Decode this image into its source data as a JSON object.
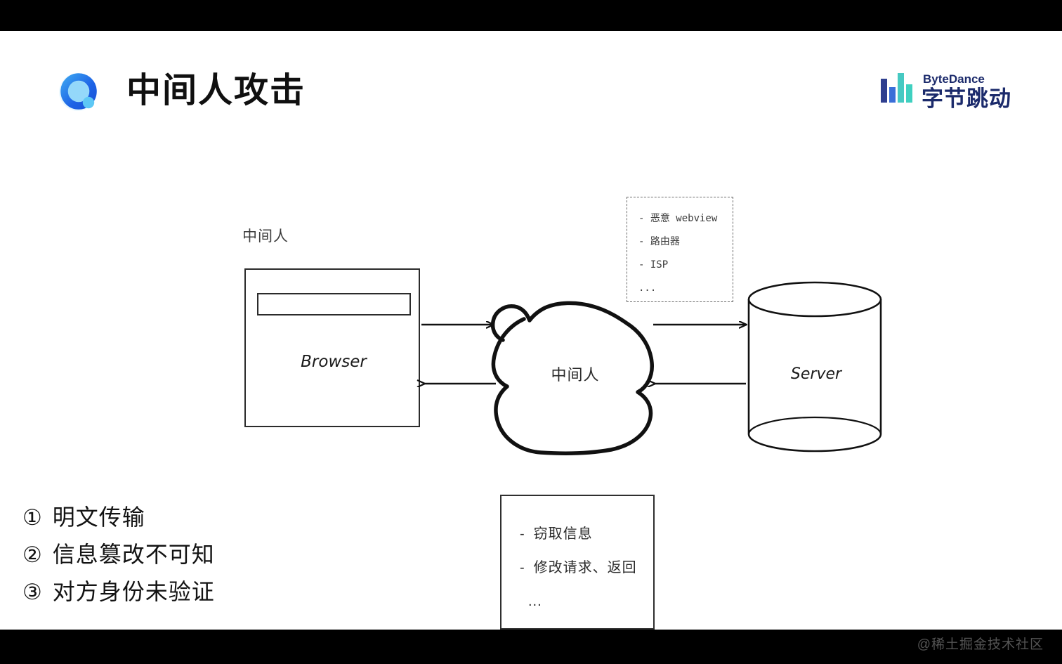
{
  "slide": {
    "title": "中间人攻击",
    "brand_logo_icon": "qq-browser-circle-icon",
    "corp_logo": {
      "latin": "ByteDance",
      "cn": "字节跳动",
      "bars_icon": "bytedance-bars-icon"
    }
  },
  "colors": {
    "accent_blue": "#1a63e8",
    "logo_light_blue": "#4db8f0",
    "logo_mid_blue": "#1e6fe0",
    "bd_bar_navy": "#2f3f8f",
    "bd_bar_blue": "#3a6fd8",
    "bd_bar_teal": "#3fd0c0",
    "bd_text": "#1b2a6b",
    "ink": "#1a1a1a",
    "dashed_gray": "#6a6a6a",
    "watermark_gray": "#545454",
    "letterbox": "#000000",
    "page_bg": "#ffffff"
  },
  "diagram": {
    "mitm_label": "中间人",
    "browser": {
      "label": "Browser",
      "urlbar_value": ""
    },
    "cloud": {
      "label": "中间人"
    },
    "server": {
      "label": "Server"
    },
    "arrows": [
      {
        "name": "browser-to-cloud",
        "direction": "right"
      },
      {
        "name": "cloud-to-browser",
        "direction": "left"
      },
      {
        "name": "cloud-to-server",
        "direction": "right"
      },
      {
        "name": "server-to-cloud",
        "direction": "left"
      }
    ],
    "attacker_box": {
      "items": [
        "- 恶意 webview",
        "- 路由器",
        "- ISP",
        "..."
      ]
    },
    "consequence_box": {
      "items": [
        {
          "dash": "-",
          "text": "窃取信息"
        },
        {
          "dash": "-",
          "text": "修改请求、返回"
        },
        {
          "dash": "",
          "text": "..."
        }
      ]
    }
  },
  "issues": [
    {
      "num": "①",
      "text": "明文传输"
    },
    {
      "num": "②",
      "text": "信息篡改不可知"
    },
    {
      "num": "③",
      "text": "对方身份未验证"
    }
  ],
  "watermark": "@稀土掘金技术社区"
}
